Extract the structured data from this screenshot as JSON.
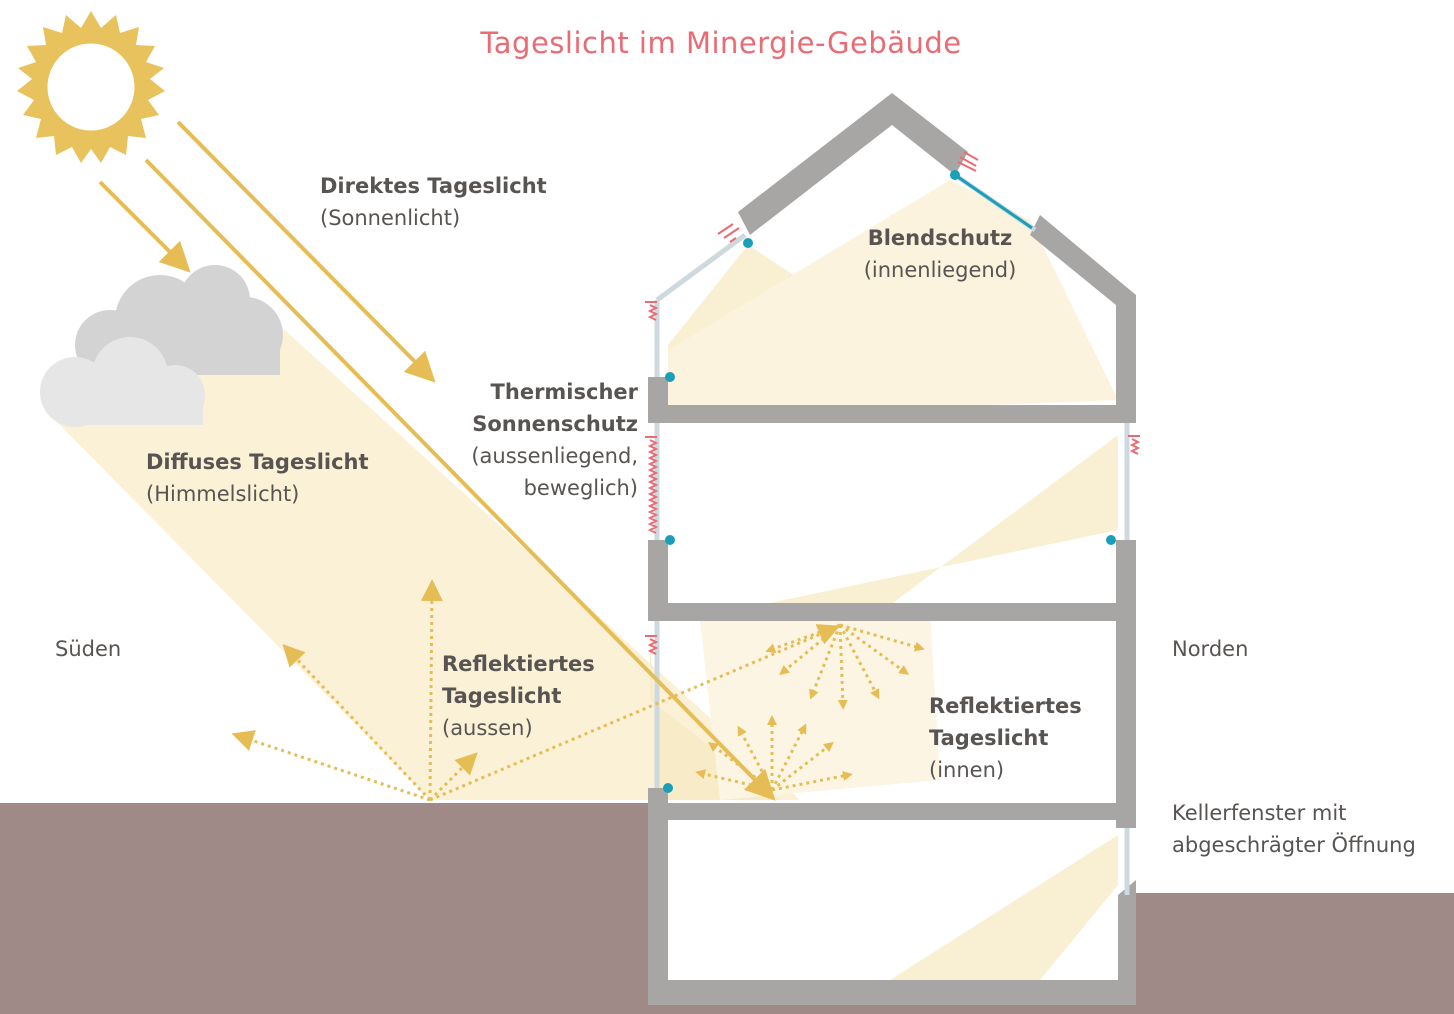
{
  "title": "Tageslicht im Minergie-Gebäude",
  "labels": {
    "direct": {
      "bold": "Direktes Tageslicht",
      "sub": "(Sonnenlicht)"
    },
    "diffuse": {
      "bold": "Diffuses Tageslicht",
      "sub": "(Himmelslicht)"
    },
    "thermal": {
      "bold1": "Thermischer",
      "bold2": "Sonnenschutz",
      "sub1": "(aussenliegend,",
      "sub2": "beweglich)"
    },
    "glare": {
      "bold": "Blendschutz",
      "sub": "(innenliegend)"
    },
    "refl_out": {
      "bold1": "Reflektiertes",
      "bold2": "Tageslicht",
      "sub": "(aussen)"
    },
    "refl_in": {
      "bold1": "Reflektiertes",
      "bold2": "Tageslicht",
      "sub": "(innen)"
    },
    "south": "Süden",
    "north": "Norden",
    "cellar": {
      "line1": "Kellerfenster mit",
      "line2": "abgeschrägter Öffnung"
    }
  },
  "colors": {
    "sun": "#e8c25c",
    "arrow": "#e6bd55",
    "light": "#fbf1d6",
    "ground": "#9f8a87",
    "wall": "#a8a6a5",
    "glass": "#cdd8df",
    "shade": "#e96b73",
    "sensor": "#1a9fb8",
    "cloud": "#d3d3d3"
  }
}
